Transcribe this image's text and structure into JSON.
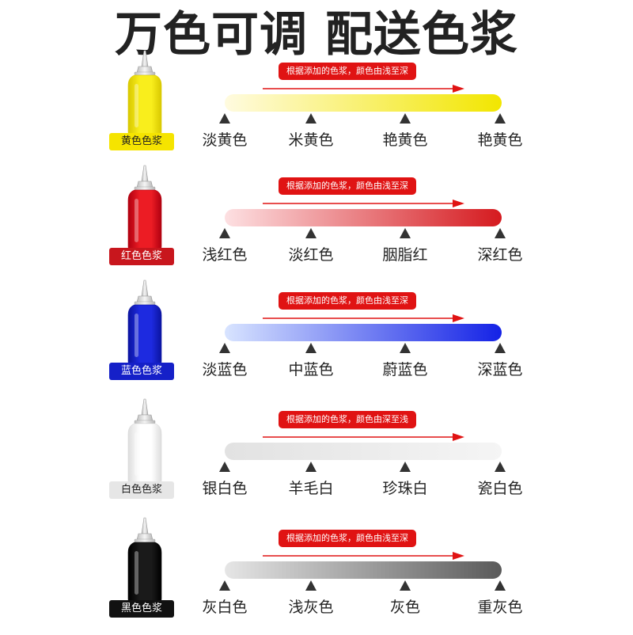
{
  "headline": "万色可调 配送色浆",
  "rows": [
    {
      "tag": "黄色色浆",
      "note": "根据添加的色浆，颜色由浅至深",
      "shades": [
        "淡黄色",
        "米黄色",
        "艳黄色",
        "艳黄色"
      ],
      "colors": {
        "bottle": "#f9ee1c",
        "bottle_dark": "#d8c800",
        "tag_bg": "#f5e400",
        "tag_text": "#222222",
        "grad_start": "#fffbe0",
        "grad_end": "#f2e600"
      }
    },
    {
      "tag": "红色色浆",
      "note": "根据添加的色浆，颜色由浅至深",
      "shades": [
        "浅红色",
        "淡红色",
        "胭脂红",
        "深红色"
      ],
      "colors": {
        "bottle": "#ec1c24",
        "bottle_dark": "#b00010",
        "tag_bg": "#c8161d",
        "tag_text": "#ffffff",
        "grad_start": "#fde0e2",
        "grad_end": "#d51a1f"
      }
    },
    {
      "tag": "蓝色色浆",
      "note": "根据添加的色浆，颜色由浅至深",
      "shades": [
        "淡蓝色",
        "中蓝色",
        "蔚蓝色",
        "深蓝色"
      ],
      "colors": {
        "bottle": "#1d2ae0",
        "bottle_dark": "#0b14a0",
        "tag_bg": "#1520c8",
        "tag_text": "#ffffff",
        "grad_start": "#d8e4ff",
        "grad_end": "#1422e6"
      }
    },
    {
      "tag": "白色色浆",
      "note": "根据添加的色浆，颜色由深至浅",
      "shades": [
        "银白色",
        "羊毛白",
        "珍珠白",
        "瓷白色"
      ],
      "colors": {
        "bottle": "#ffffff",
        "bottle_dark": "#dddddd",
        "tag_bg": "#e6e6e6",
        "tag_text": "#222222",
        "grad_start": "#e2e2e2",
        "grad_end": "#f5f5f5"
      }
    },
    {
      "tag": "黑色色浆",
      "note": "根据添加的色浆，颜色由浅至深",
      "shades": [
        "灰白色",
        "浅灰色",
        "灰色",
        "重灰色"
      ],
      "colors": {
        "bottle": "#1a1a1a",
        "bottle_dark": "#000000",
        "tag_bg": "#111111",
        "tag_text": "#ffffff",
        "grad_start": "#e6e6e6",
        "grad_end": "#5a5a5a"
      }
    }
  ]
}
